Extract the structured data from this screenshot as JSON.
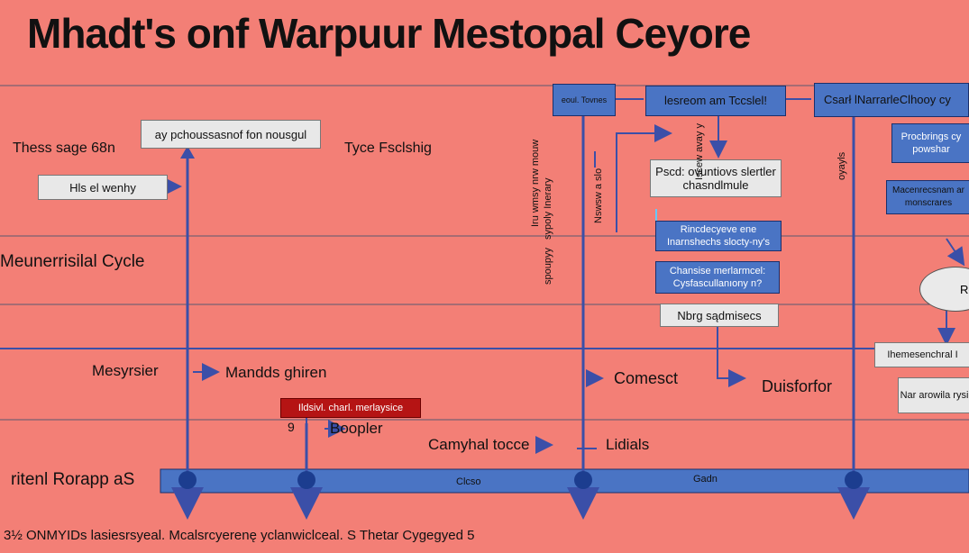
{
  "title": "Mhadt's onf Warpuur Mestopal Ceyore",
  "left_labels": {
    "these": "Thess sage 68n",
    "cycle": "Meunerrisilal Cycle",
    "mesyrsier": "Mesyrsier",
    "band": "ritenl Rorapp aS"
  },
  "mid_labels": {
    "mandds": "Mandds ghiren",
    "tyce": "Tyce Fsclshig",
    "booprer": "Boopler",
    "booprer_num": "9",
    "camyhal": "Camyhal tocce",
    "lidials": "Lidials",
    "comesct": "Comesct",
    "duisforfor": "Duisforfor"
  },
  "boxes": {
    "top_gray": "ay pchoussasnof fon nousgul",
    "his": "Hls el wenhy",
    "small_blue": "eoul. Tovnes",
    "blue_top_mid": "lesreom am Tccslel!",
    "blue_top_right": "Csarł lNarrarleClhooy cy",
    "pscd": "Pscd: ovuntiovs slertler chasndlmule",
    "rincle": "Rincdecyeve ene Inarnshechs slocty-ny's",
    "chansise": "Chansise merlarmcel: Cysfascullanıony n?",
    "nbrg": "Nbrg sądmisecs",
    "procbrings": "Procbrings cy powshar",
    "macenes": "Macenrecsnam ar monscrares",
    "ellipse": "Roci",
    "hemes": "Ihemesenchral I",
    "narr": "Nar arowila rysi",
    "red": "Ildsivl. charl. merlaysice"
  },
  "vertical_texts": {
    "v1": "Iru wmsy nrw mouw",
    "v2": "sypoly Inerary",
    "v3": "Nswsw a slo",
    "v4": "Iscew avay y",
    "v5": "spoupyy",
    "v6": "oyayls"
  },
  "band": {
    "clcso": "Clcso",
    "gadn": "Gadn"
  },
  "footer": "3½ ONMYIDs lasiesrsyeal. Mcalsrcyerenę yclanwiclceal. S Thetar Cygegyed 5"
}
